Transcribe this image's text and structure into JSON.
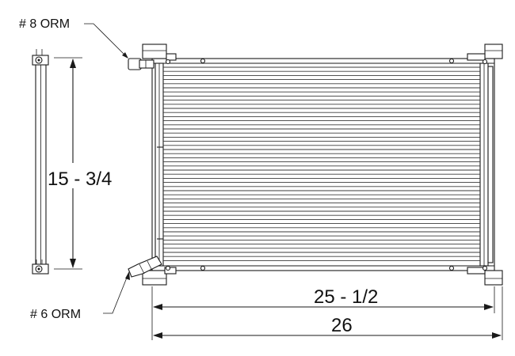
{
  "labels": {
    "top_fitting": "# 8 ORM",
    "bottom_fitting": "# 6  ORM",
    "height": "15 - 3/4",
    "core_width": "25 - 1/2",
    "overall_width": "26"
  }
}
